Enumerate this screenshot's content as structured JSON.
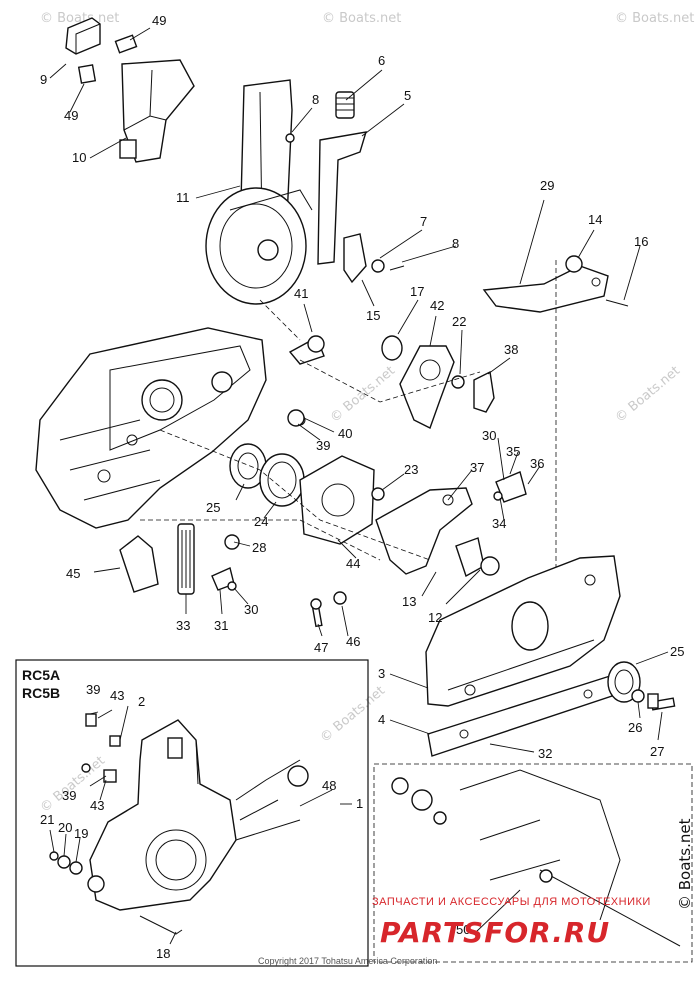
{
  "watermarks": {
    "top_left": "© Boats.net",
    "top_center": "© Boats.net",
    "top_right": "© Boats.net",
    "mid_left": "© Boats.net",
    "mid_center": "© Boats.net",
    "mid_right": "© Boats.net",
    "lower_center": "© Boats.net",
    "inset_left": "© Boats.net",
    "side_right": "© Boats.net"
  },
  "variant_labels": [
    "RC5A",
    "RC5B"
  ],
  "footer": {
    "copyright": "Copyright 2017 Tohatsu America Corporation",
    "promo_line1": "ЗАПЧАСТИ И АКСЕССУАРЫ ДЛЯ МОТОТЕХНИКИ",
    "promo_line2": "PARTSFOR.RU"
  },
  "callouts": {
    "c1": "1",
    "c2": "2",
    "c3": "3",
    "c4": "4",
    "c5": "5",
    "c6": "6",
    "c7": "7",
    "c8a": "8",
    "c8b": "8",
    "c9": "9",
    "c10": "10",
    "c11": "11",
    "c12": "12",
    "c13": "13",
    "c14": "14",
    "c15": "15",
    "c16": "16",
    "c17": "17",
    "c18": "18",
    "c19": "19",
    "c20": "20",
    "c21": "21",
    "c22": "22",
    "c23": "23",
    "c24": "24",
    "c25a": "25",
    "c25b": "25",
    "c26": "26",
    "c27": "27",
    "c28": "28",
    "c29": "29",
    "c30a": "30",
    "c30b": "30",
    "c31": "31",
    "c32": "32",
    "c33": "33",
    "c34": "34",
    "c35": "35",
    "c36": "36",
    "c37": "37",
    "c38": "38",
    "c39a": "39",
    "c39b": "39",
    "c39c": "39",
    "c40": "40",
    "c41": "41",
    "c42": "42",
    "c43a": "43",
    "c43b": "43",
    "c44": "44",
    "c45": "45",
    "c46": "46",
    "c47": "47",
    "c48": "48",
    "c49a": "49",
    "c49b": "49",
    "c50": "50"
  },
  "colors": {
    "ink": "#111111",
    "watermark": "#c9c9c9",
    "promo": "#d7262b"
  }
}
